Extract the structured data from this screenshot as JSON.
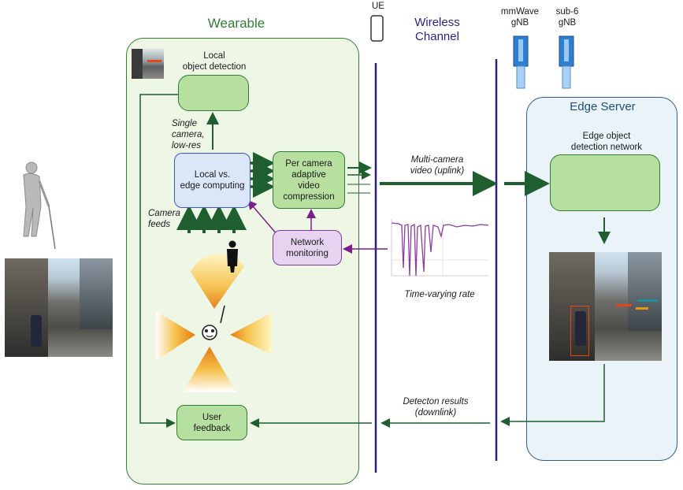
{
  "titles": {
    "wearable": "Wearable",
    "wireless_channel": "Wireless\nChannel",
    "edge_server": "Edge Server",
    "ue": "UE",
    "mmwave": "mmWave\ngNB",
    "sub6": "sub-6\ngNB"
  },
  "boxes": {
    "local_detection": "Local\nobject detection",
    "local_vs_edge": "Local vs.\nedge computing",
    "compression": "Per camera\nadaptive\nvideo\ncompression",
    "network_monitoring": "Network\nmonitoring",
    "user_feedback": "User\nfeedback",
    "edge_network": "Edge object\ndetection network"
  },
  "labels": {
    "single_camera": "Single\ncamera,\nlow-res",
    "camera_feeds": "Camera\nfeeds",
    "uplink": "Multi-camera\nvideo (uplink)",
    "time_varying": "Time-varying rate",
    "downlink": "Detecton results\n(downlink)"
  },
  "colors": {
    "green_dark": "#1f5e2f",
    "purple": "#7a1f8c",
    "navy": "#2a1f7a",
    "blue": "#2f7fd0"
  },
  "icons": [
    "pedestrian-with-cane-icon",
    "street-photo",
    "phone-icon",
    "antenna-icon",
    "neural-net-icon",
    "camera-fov-icon",
    "rate-trace-plot"
  ]
}
